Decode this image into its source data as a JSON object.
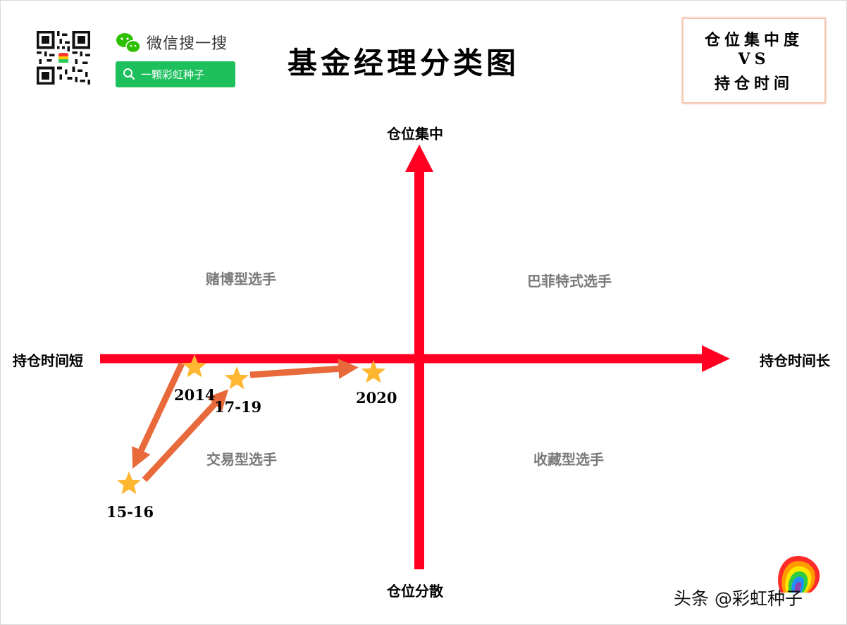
{
  "header": {
    "wechat_label": "微信搜一搜",
    "search_text": "一颗彩虹种子",
    "title": "基金经理分类图"
  },
  "legend": {
    "line1": "仓位集中度",
    "line2": "VS",
    "line3": "持仓时间"
  },
  "axes": {
    "top": "仓位集中",
    "bottom": "仓位分散",
    "left": "持仓时间短",
    "right": "持仓时间长"
  },
  "quadrants": {
    "top_left": "赌博型选手",
    "top_right": "巴菲特式选手",
    "bottom_left": "交易型选手",
    "bottom_right": "收藏型选手"
  },
  "points": [
    {
      "label": "2014"
    },
    {
      "label": "15-16"
    },
    {
      "label": "17-19"
    },
    {
      "label": "2020"
    }
  ],
  "colors": {
    "axis": "#ff0022",
    "path_arrow": "#e8693a",
    "star": "#ffb631",
    "search_bg": "#1ec05e"
  },
  "footer": {
    "credit": "头条 @彩虹种子"
  }
}
